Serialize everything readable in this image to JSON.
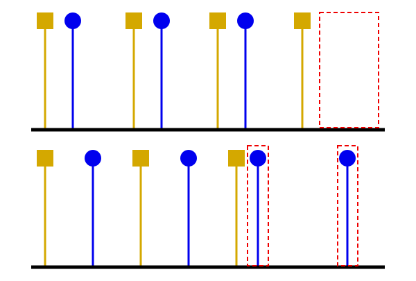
{
  "colors": {
    "square_marker": "#D4A800",
    "circle_marker": "#0000EE",
    "baseline": "#000000",
    "highlight_box": "#EE0000"
  },
  "icons": {
    "square_marker": "square-marker-icon",
    "circle_marker": "circle-marker-icon",
    "highlight_box": "dashed-highlight-box"
  },
  "rows": [
    {
      "name": "top-row",
      "stems": [
        {
          "kind": "square"
        },
        {
          "kind": "circle"
        },
        {
          "kind": "square"
        },
        {
          "kind": "circle"
        },
        {
          "kind": "square"
        },
        {
          "kind": "circle"
        },
        {
          "kind": "square"
        }
      ],
      "highlights": [
        {
          "contains": "missing-circle"
        }
      ]
    },
    {
      "name": "bottom-row",
      "stems": [
        {
          "kind": "square"
        },
        {
          "kind": "circle"
        },
        {
          "kind": "square"
        },
        {
          "kind": "circle"
        },
        {
          "kind": "square"
        },
        {
          "kind": "circle"
        },
        {
          "kind": "circle"
        }
      ],
      "highlights": [
        {
          "contains": "circle"
        },
        {
          "contains": "circle"
        }
      ]
    }
  ]
}
